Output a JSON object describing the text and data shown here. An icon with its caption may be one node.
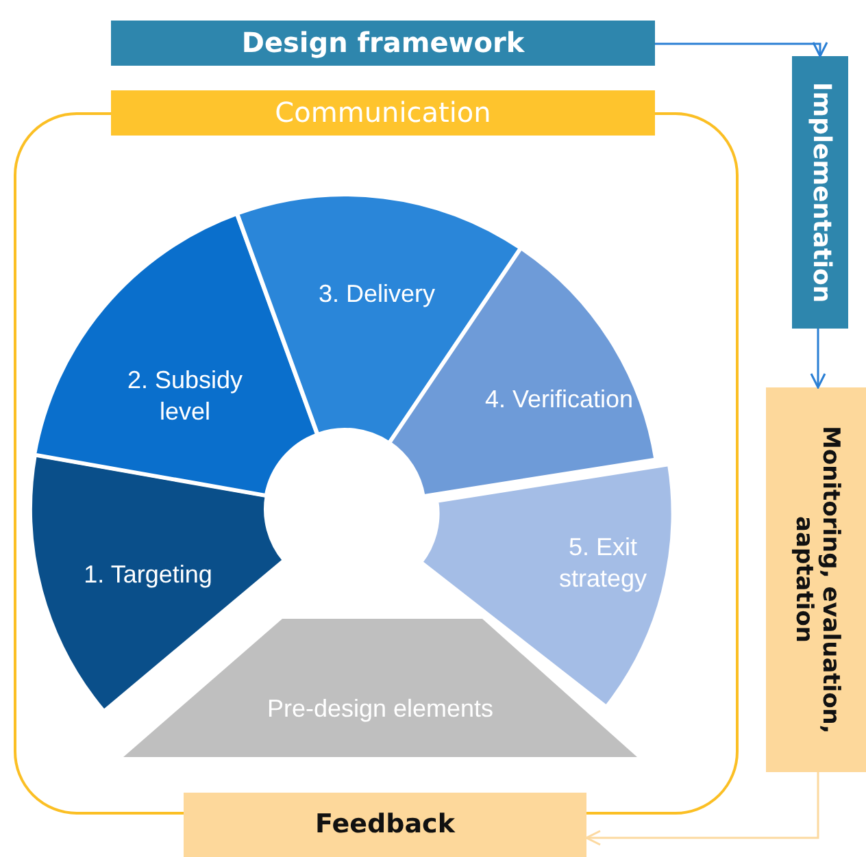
{
  "diagram": {
    "nodes": [
      {
        "text": [
          "Design framework"
        ]
      },
      {
        "text": [
          "Communication"
        ]
      },
      {
        "text": [
          "Implementation"
        ]
      },
      {
        "text": [
          "Monitoring, evaluation, aaptation"
        ]
      },
      {
        "text": [
          "Feedback"
        ]
      },
      {
        "text": [
          "1. Targeting"
        ]
      },
      {
        "text": [
          "2. Subsidy level"
        ]
      },
      {
        "text": [
          "3. Delivery"
        ]
      },
      {
        "text": [
          "4. Verification"
        ]
      },
      {
        "text": [
          "5. Exit strategy"
        ]
      },
      {
        "text": [
          "Pre-design elements"
        ]
      }
    ],
    "edges": [
      {
        "from": 0,
        "to": 2,
        "arrow": "to"
      },
      {
        "from": 2,
        "to": 3,
        "arrow": "to"
      },
      {
        "from": 3,
        "to": 4,
        "arrow": "to",
        "color": "#fcd9a0"
      }
    ]
  }
}
